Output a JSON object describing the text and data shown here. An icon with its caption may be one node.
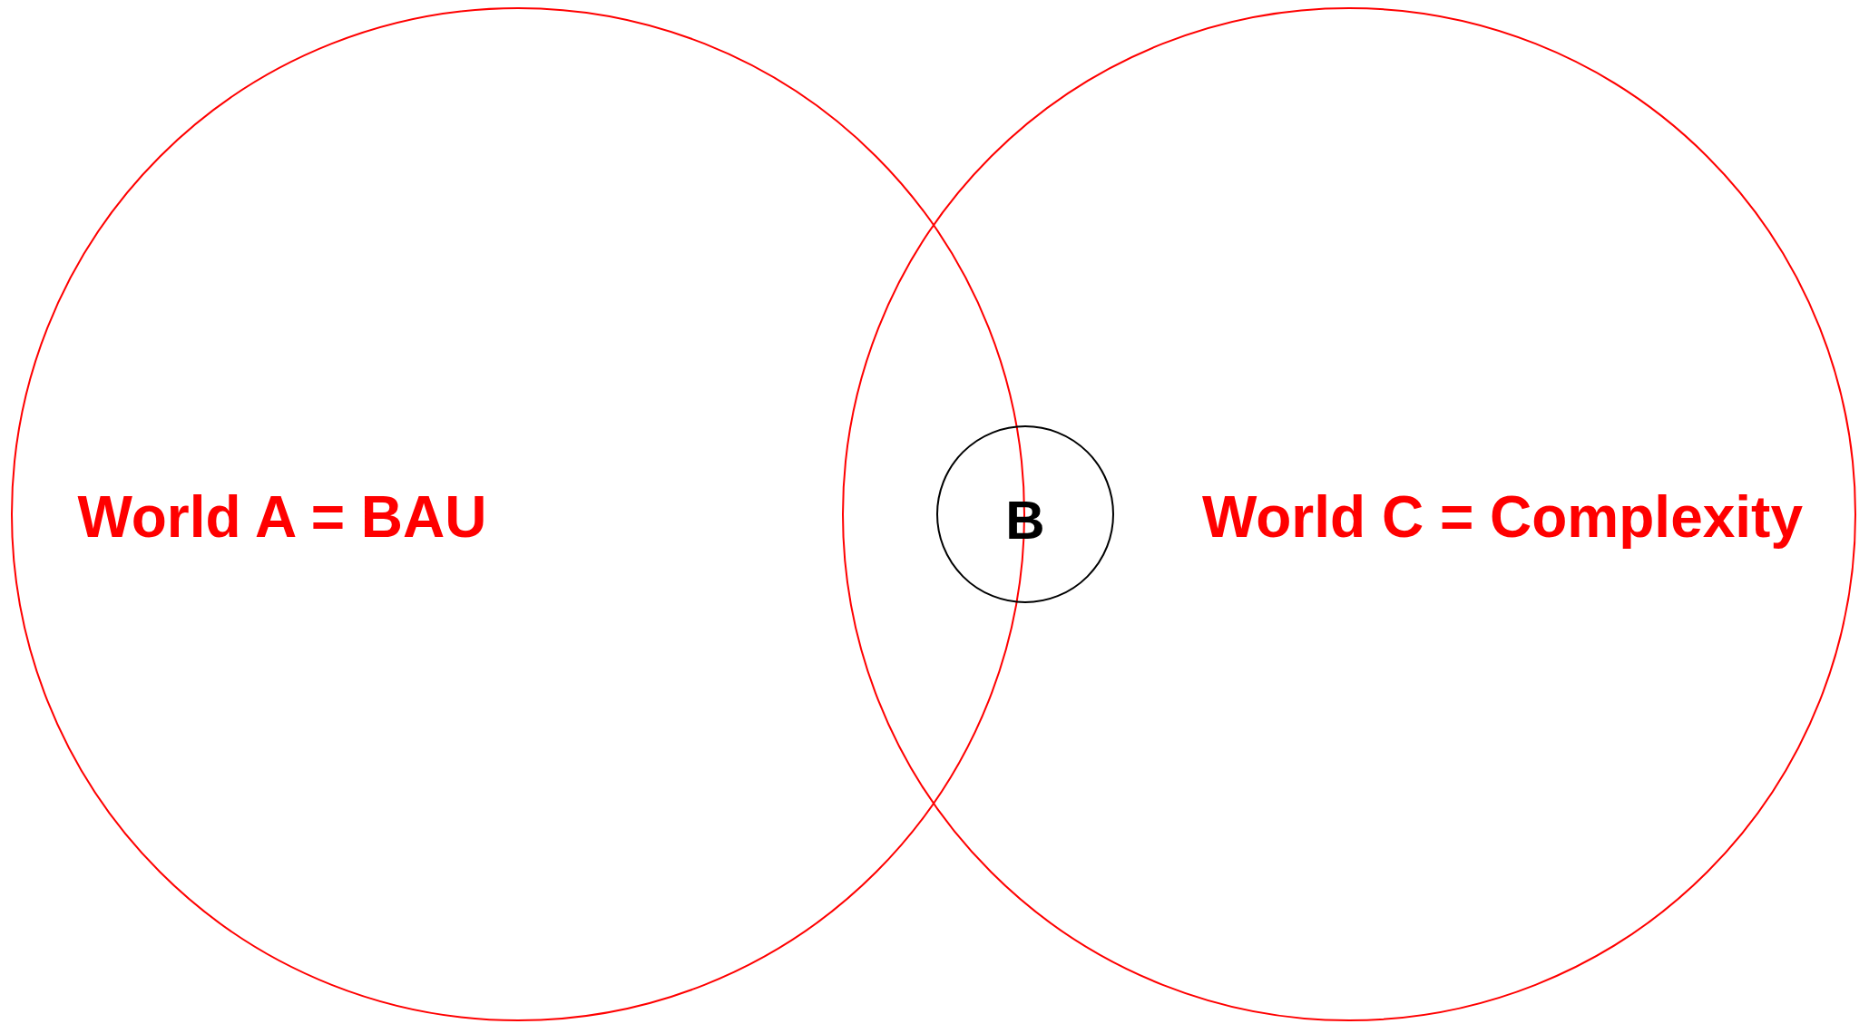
{
  "diagram": {
    "nodes": [
      {
        "text": [
          "World A = BAU"
        ]
      },
      {
        "text": [
          "B"
        ],
        "in": 2
      },
      {
        "text": [
          "World C = Complexity"
        ]
      }
    ],
    "edges": []
  }
}
